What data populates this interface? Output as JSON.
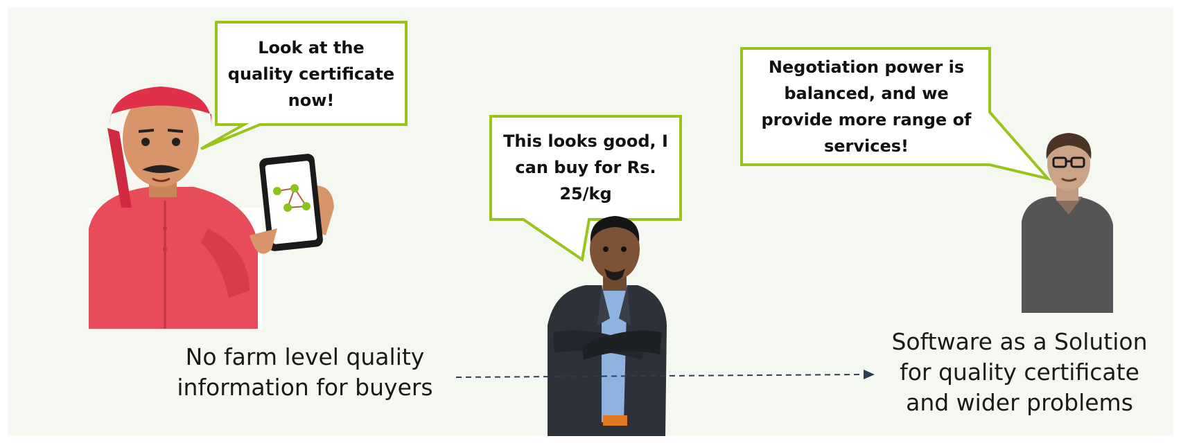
{
  "bubbles": {
    "farmer": "Look at the quality certificate now!",
    "buyer": "This looks good, I can buy for Rs. 25/kg",
    "provider": "Negotiation power is balanced, and we provide more range of services!"
  },
  "captions": {
    "problem": "No farm level quality information for buyers",
    "solution": "Software as a Solution for quality certificate and wider problems"
  },
  "colors": {
    "bubble_border": "#9ac31c",
    "background": "#f4f8f0",
    "arrow": "#2c3e50"
  },
  "icons": [
    "farmer-figure",
    "smartphone-icon",
    "buyer-figure",
    "provider-figure",
    "arrow-right-icon"
  ]
}
